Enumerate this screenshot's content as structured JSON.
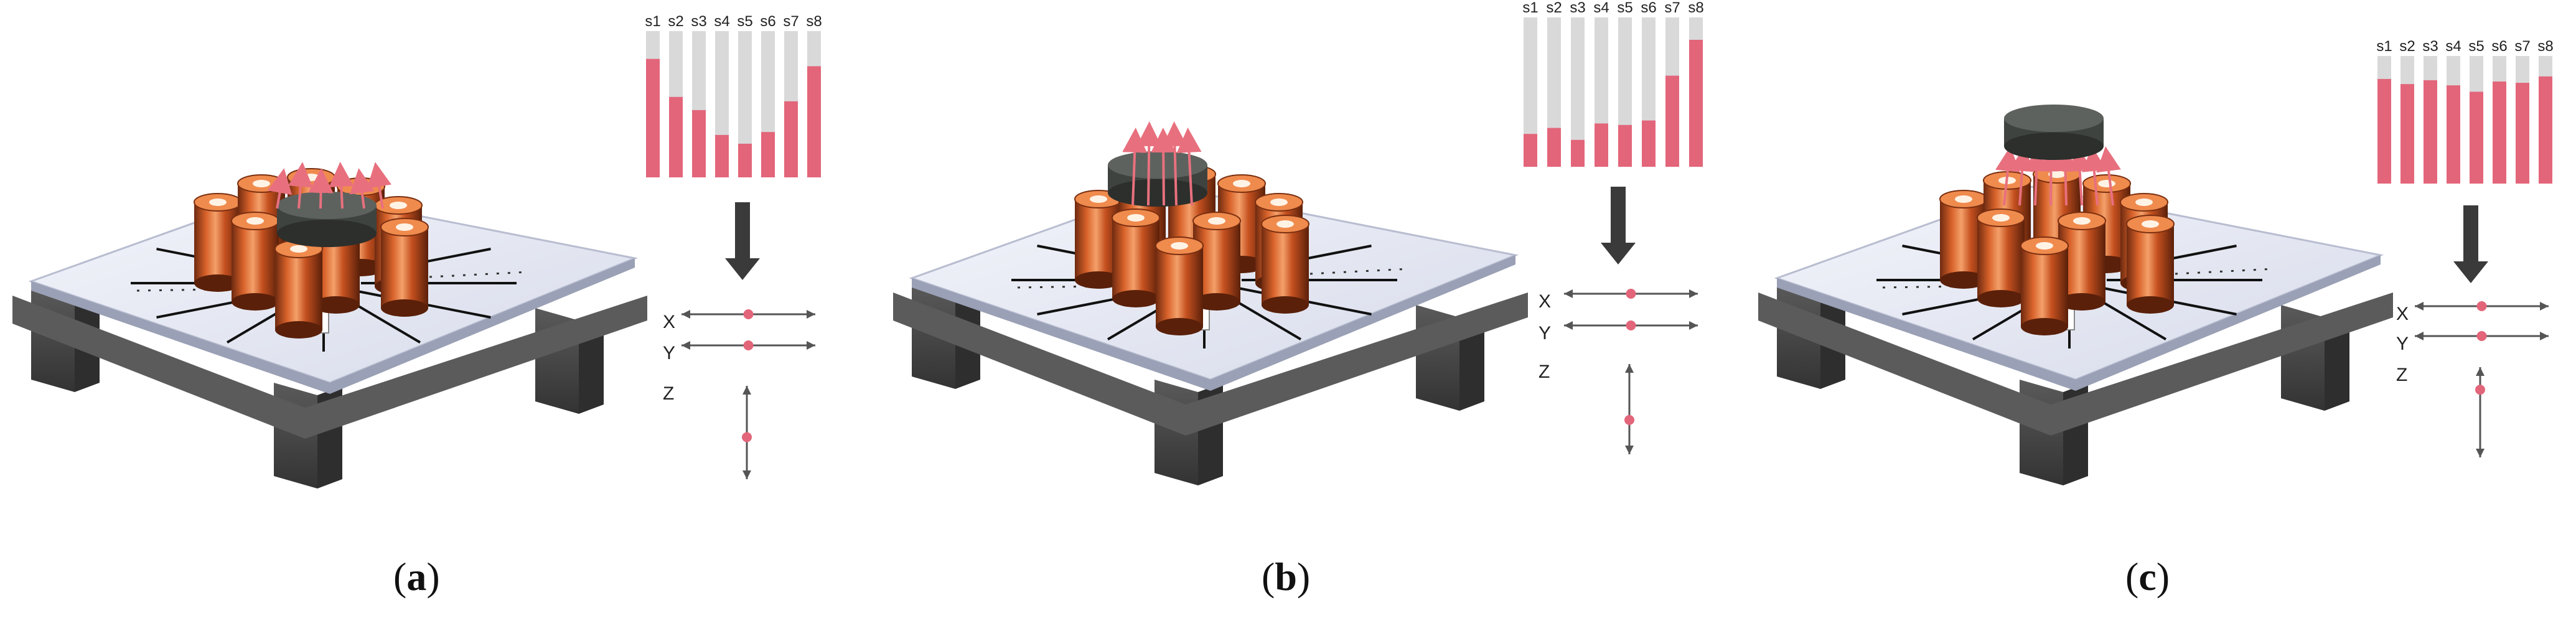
{
  "panels": [
    {
      "id": "a",
      "caption_open": "(",
      "caption_letter": "a",
      "caption_close": ")",
      "sensor_labels": [
        "s1",
        "s2",
        "s3",
        "s4",
        "s5",
        "s6",
        "s7",
        "s8"
      ],
      "sensor_levels": [
        0.81,
        0.55,
        0.46,
        0.29,
        0.23,
        0.31,
        0.52,
        0.76
      ],
      "axes": [
        {
          "label": "X",
          "orientation": "horizontal",
          "marker": 0.5
        },
        {
          "label": "Y",
          "orientation": "horizontal",
          "marker": 0.5
        },
        {
          "label": "Z",
          "orientation": "vertical",
          "marker": 0.55
        }
      ]
    },
    {
      "id": "b",
      "caption_open": "(",
      "caption_letter": "b",
      "caption_close": ")",
      "sensor_labels": [
        "s1",
        "s2",
        "s3",
        "s4",
        "s5",
        "s6",
        "s7",
        "s8"
      ],
      "sensor_levels": [
        0.22,
        0.26,
        0.18,
        0.29,
        0.28,
        0.31,
        0.61,
        0.85
      ],
      "axes": [
        {
          "label": "X",
          "orientation": "horizontal",
          "marker": 0.5
        },
        {
          "label": "Y",
          "orientation": "horizontal",
          "marker": 0.5
        },
        {
          "label": "Z",
          "orientation": "vertical",
          "marker": 0.62
        }
      ]
    },
    {
      "id": "c",
      "caption_open": "(",
      "caption_letter": "c",
      "caption_close": ")",
      "sensor_labels": [
        "s1",
        "s2",
        "s3",
        "s4",
        "s5",
        "s6",
        "s7",
        "s8"
      ],
      "sensor_levels": [
        0.82,
        0.78,
        0.81,
        0.77,
        0.72,
        0.8,
        0.79,
        0.84
      ],
      "axes": [
        {
          "label": "X",
          "orientation": "horizontal",
          "marker": 0.5
        },
        {
          "label": "Y",
          "orientation": "horizontal",
          "marker": 0.5
        },
        {
          "label": "Z",
          "orientation": "vertical",
          "marker": 0.25
        }
      ]
    }
  ],
  "colors": {
    "bar_filled": "#e3657a",
    "bar_empty": "#d9d9d9",
    "marker": "#e3657a",
    "axis_line": "#555555",
    "down_arrow": "#3a3a3a",
    "copper": "#c4501f",
    "copper_light": "#ef9a5f",
    "copper_dark": "#6e2a10",
    "plate_top": "#e8ebf6",
    "base": "#4a4a4a",
    "magnet": "#444844",
    "field_line": "#e8707e"
  },
  "icons": [
    "down-arrow-icon"
  ]
}
